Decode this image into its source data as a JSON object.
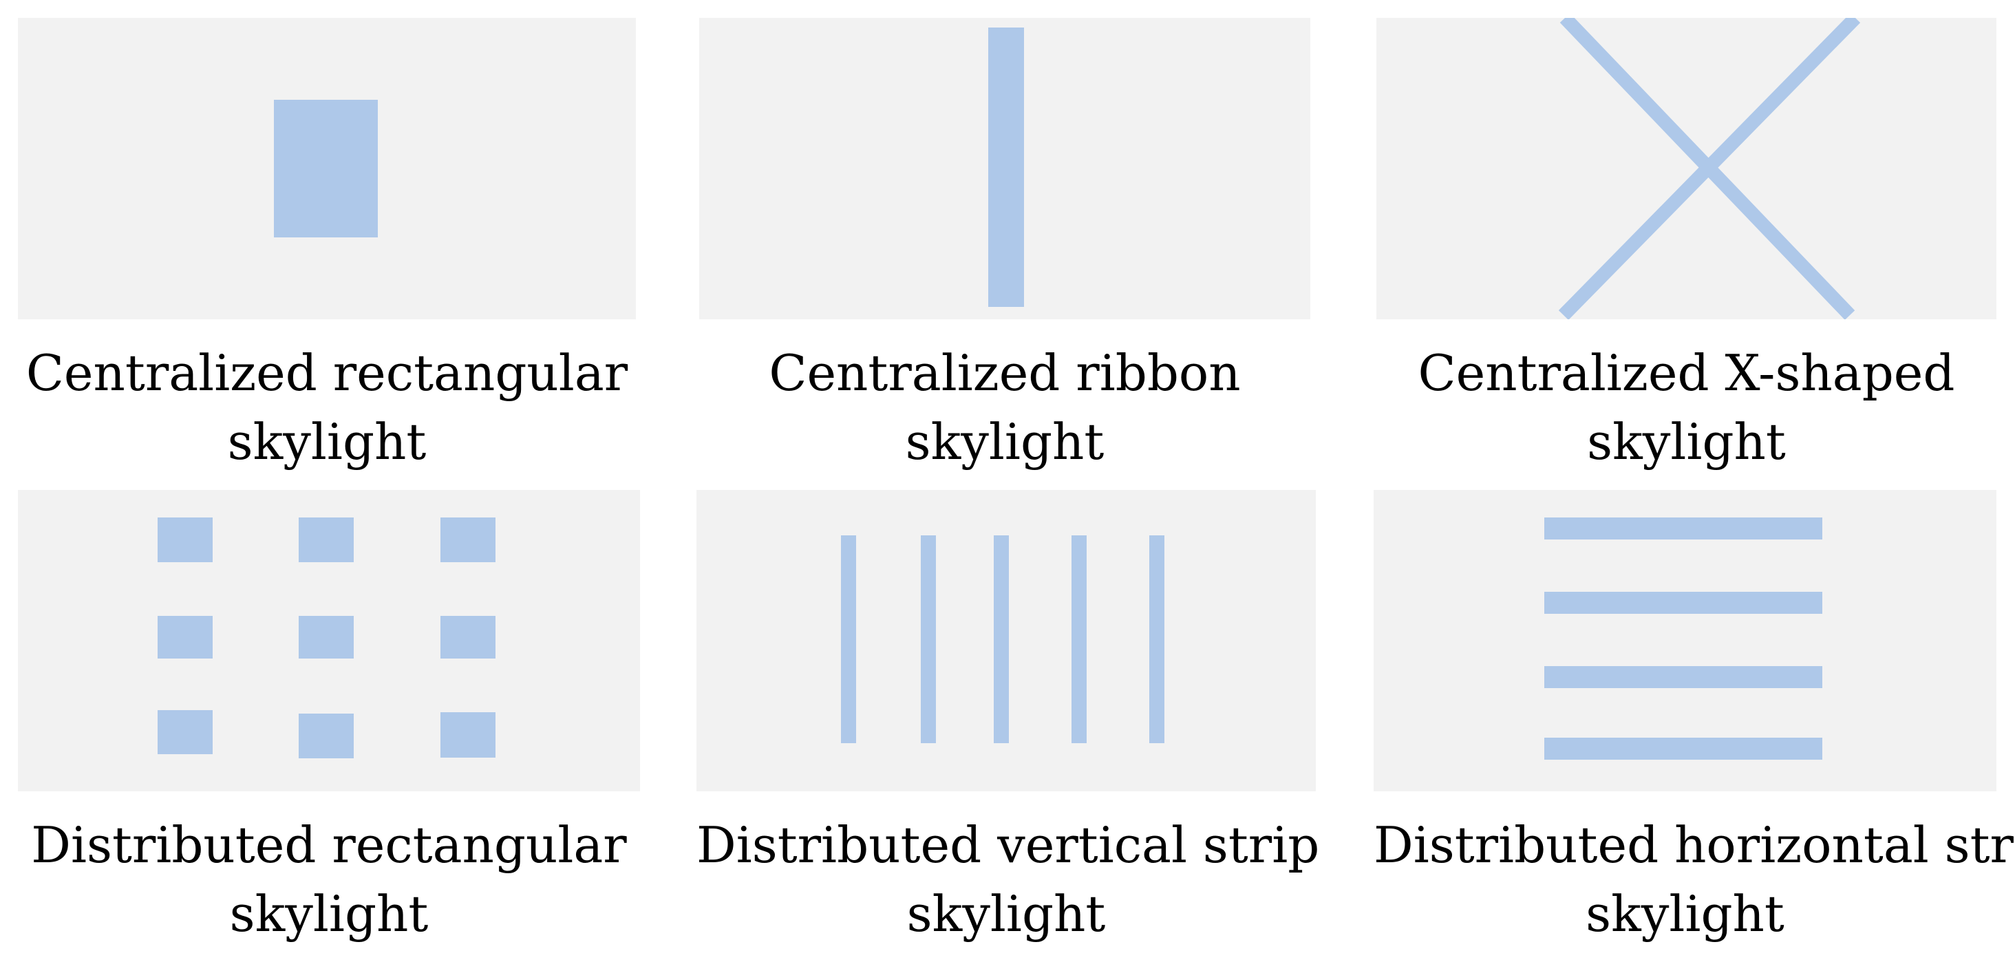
{
  "colors": {
    "panel_bg": "#f2f2f2",
    "skylight": "#aec8e9"
  },
  "panels": [
    {
      "id": "centralized-rectangular",
      "lines": [
        "Centralized rectangular",
        "skylight"
      ]
    },
    {
      "id": "centralized-ribbon",
      "lines": [
        "Centralized ribbon",
        "skylight"
      ]
    },
    {
      "id": "centralized-x-shaped",
      "lines": [
        "Centralized X-shaped",
        "skylight"
      ]
    },
    {
      "id": "distributed-rectangular",
      "lines": [
        "Distributed rectangular",
        "skylight"
      ]
    },
    {
      "id": "distributed-vertical-strip",
      "lines": [
        "Distributed vertical strip",
        "skylight"
      ]
    },
    {
      "id": "distributed-horizontal-strip",
      "lines": [
        "Distributed horizontal strip",
        "skylight"
      ]
    }
  ]
}
